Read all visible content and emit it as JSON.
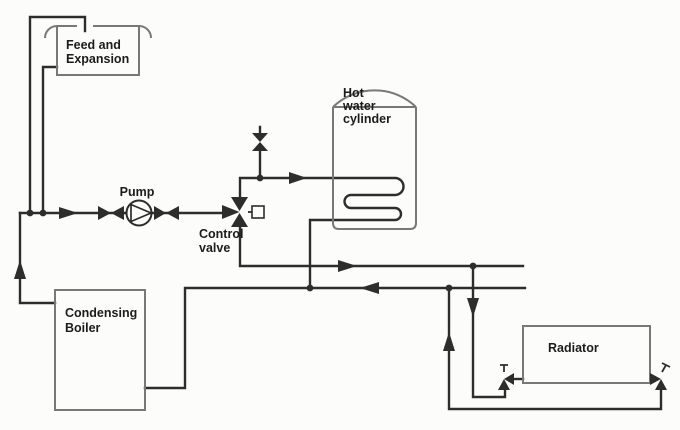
{
  "diagram": {
    "type": "central-heating-system-schematic",
    "background": "#fcfcfb",
    "colors": {
      "pipe": "#2d2d2d",
      "box_stroke": "#787878",
      "text": "#1c1c1c"
    },
    "components": {
      "feed_expansion_tank": {
        "label_line1": "Feed and",
        "label_line2": "Expansion"
      },
      "pump": {
        "label": "Pump"
      },
      "control_valve": {
        "label_line1": "Control",
        "label_line2": "valve"
      },
      "hot_water_cylinder": {
        "label_line1": "Hot",
        "label_line2": "water",
        "label_line3": "cylinder"
      },
      "condensing_boiler": {
        "label_line1": "Condensing",
        "label_line2": "Boiler"
      },
      "radiator": {
        "label": "Radiator"
      }
    },
    "symbols": [
      "isolating-valve-bowtie",
      "pump-circle-triangle",
      "three-port-control-valve-with-actuator",
      "air-vent-valve",
      "radiator-angle-valve",
      "flow-direction-arrow",
      "pipe-junction-dot"
    ]
  }
}
